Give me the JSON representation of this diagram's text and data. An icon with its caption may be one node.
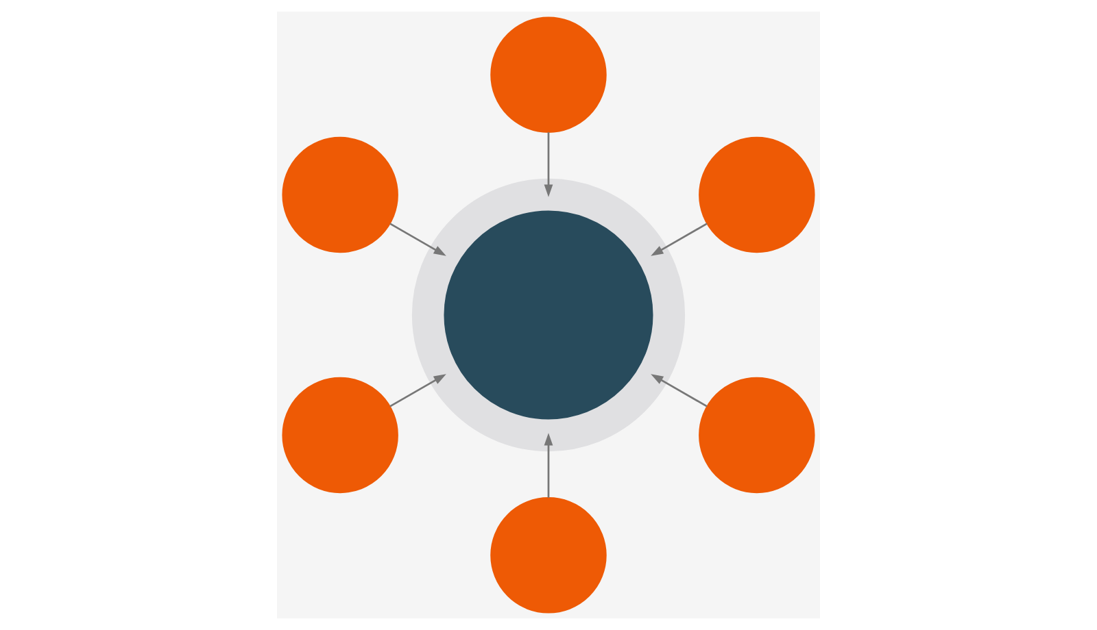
{
  "diagram": {
    "nodes": [
      {
        "text": [],
        "shape": "circle"
      },
      {
        "text": [],
        "shape": "circle"
      },
      {
        "text": [],
        "shape": "circle"
      },
      {
        "text": [],
        "shape": "circle"
      },
      {
        "text": [],
        "shape": "circle"
      },
      {
        "text": [],
        "shape": "circle"
      },
      {
        "text": [],
        "shape": "circle"
      }
    ],
    "edges": [
      {
        "from": 0,
        "to": 3,
        "arrow": "to"
      },
      {
        "from": 1,
        "to": 3,
        "arrow": "to"
      },
      {
        "from": 2,
        "to": 3,
        "arrow": "to"
      },
      {
        "from": 4,
        "to": 3,
        "arrow": "to"
      },
      {
        "from": 5,
        "to": 3,
        "arrow": "to"
      },
      {
        "from": 6,
        "to": 3,
        "arrow": "to"
      }
    ]
  }
}
